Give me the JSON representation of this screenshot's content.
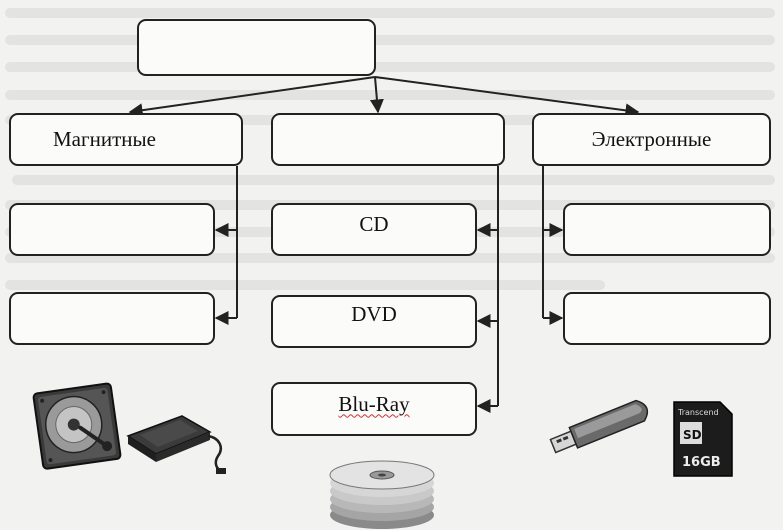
{
  "diagram": {
    "root": {
      "label": ""
    },
    "columns": {
      "left": {
        "header": "Магнитные",
        "items": [
          "",
          ""
        ]
      },
      "middle": {
        "header": "",
        "items": [
          "CD",
          "DVD",
          "Blu-Ray"
        ]
      },
      "right": {
        "header": "Электронные",
        "items": [
          "",
          ""
        ]
      }
    }
  },
  "illustrations": {
    "left": [
      "hard-disk-drive-icon",
      "external-hdd-icon"
    ],
    "middle": [
      "optical-discs-icon"
    ],
    "right": [
      "usb-flash-drive-icon",
      "sd-card-icon"
    ],
    "sd_card_brand": "Transcend",
    "sd_card_capacity": "16GB"
  }
}
